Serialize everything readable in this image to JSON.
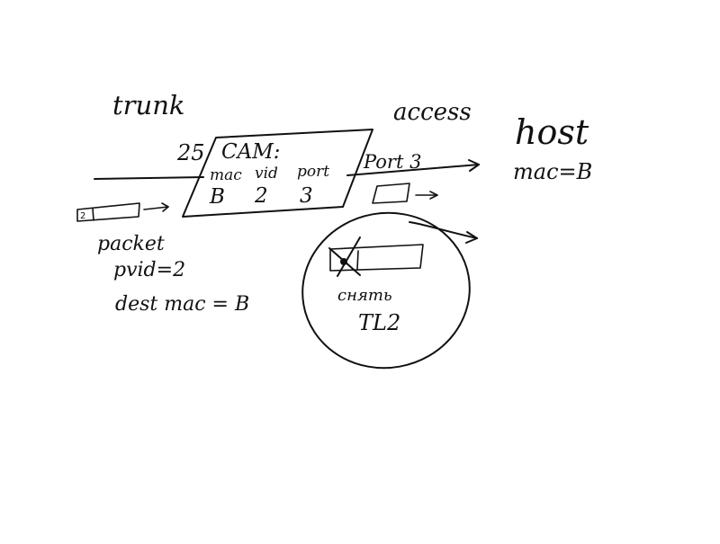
{
  "labels": {
    "trunk": "trunk",
    "access": "access",
    "host": "host",
    "host_mac": "mac=B",
    "port_25": "25",
    "port_3": "Port 3",
    "cam_title": "CAM:",
    "cam_headers": [
      "mac",
      "vid",
      "port"
    ],
    "cam_row": [
      "B",
      "2",
      "3"
    ],
    "packet_tag": "2",
    "packet": "packet",
    "pvid": "pvid=2",
    "dest_mac": "dest mac = B",
    "strip_caption": "снять",
    "strip_caption2": "TL2"
  }
}
